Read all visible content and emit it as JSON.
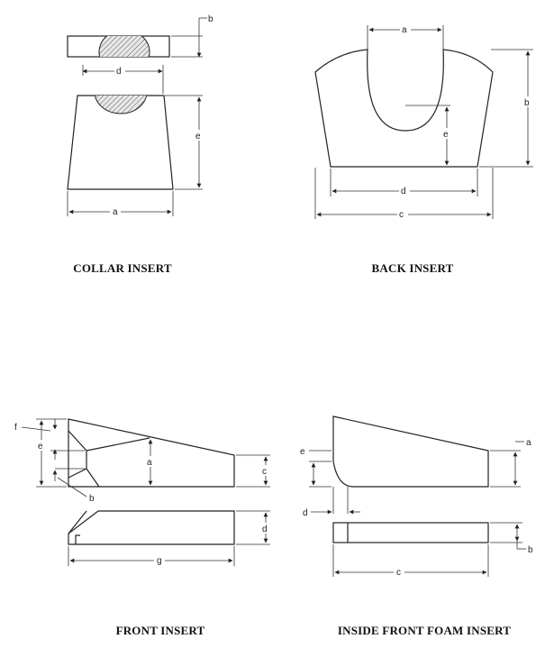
{
  "collar_insert": {
    "caption": "COLLAR INSERT",
    "dims": {
      "a": "a",
      "b": "b",
      "d": "d",
      "e": "e"
    }
  },
  "back_insert": {
    "caption": "BACK INSERT",
    "dims": {
      "a": "a",
      "b": "b",
      "c": "c",
      "d": "d",
      "e": "e"
    }
  },
  "front_insert": {
    "caption": "FRONT INSERT",
    "dims": {
      "a": "a",
      "b": "b",
      "c": "c",
      "d": "d",
      "e": "e",
      "f": "f",
      "g": "g"
    }
  },
  "inside_front_foam_insert": {
    "caption": "INSIDE FRONT FOAM INSERT",
    "dims": {
      "a": "a",
      "b": "b",
      "c": "c",
      "d": "d",
      "e": "e"
    }
  }
}
